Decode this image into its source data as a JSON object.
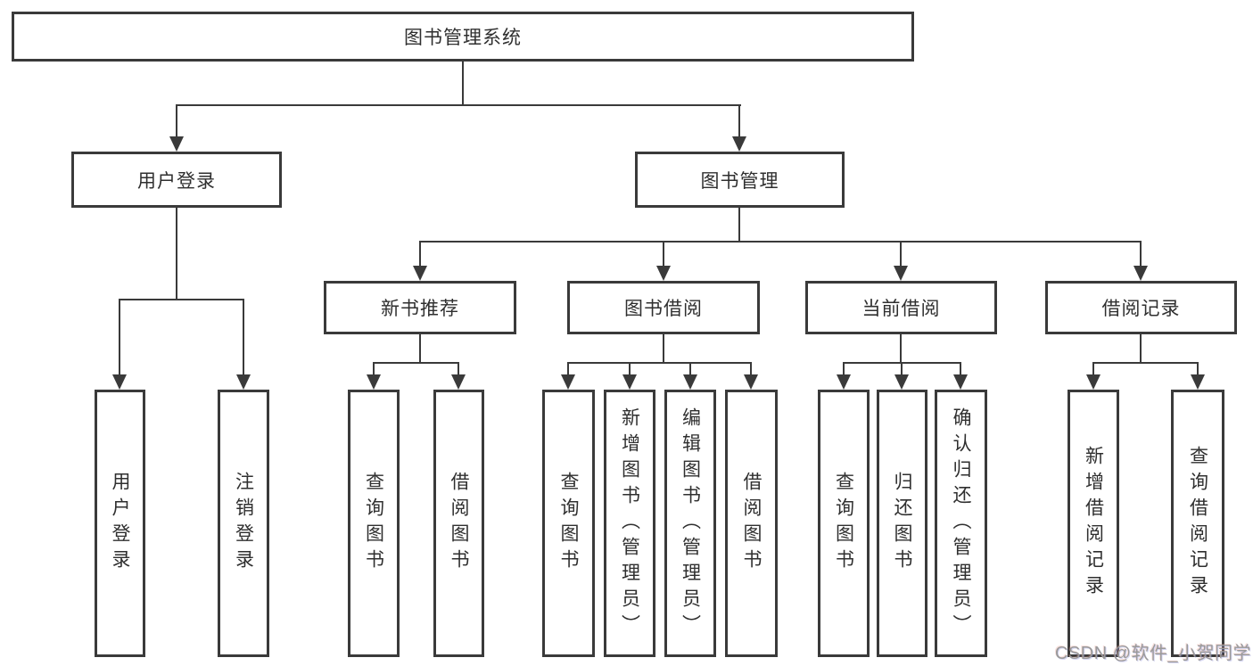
{
  "nodes": {
    "root": "图书管理系统",
    "user_login": "用户登录",
    "book_management": "图书管理",
    "new_book_recommend": "新书推荐",
    "book_borrow": "图书借阅",
    "current_borrow": "当前借阅",
    "borrow_record": "借阅记录",
    "leaf_user_login": "用户登录",
    "leaf_logout": "注销登录",
    "leaf_rec_query_book": "查询图书",
    "leaf_rec_borrow_book": "借阅图书",
    "leaf_bb_query_book": "查询图书",
    "leaf_bb_add_book": "新增图书（管理员）",
    "leaf_bb_edit_book": "编辑图书（管理员）",
    "leaf_bb_borrow_book": "借阅图书",
    "leaf_cb_query_book": "查询图书",
    "leaf_cb_return_book": "归还图书",
    "leaf_cb_confirm_return": "确认归还（管理员）",
    "leaf_br_add_record": "新增借阅记录",
    "leaf_br_query_record": "查询借阅记录"
  },
  "watermark": "CSDN @软件_小贺同学",
  "colors": {
    "line": "#3a3a3a",
    "text": "#2f2f2f",
    "watermark_text": "#9a9a9a",
    "background": "#ffffff"
  }
}
